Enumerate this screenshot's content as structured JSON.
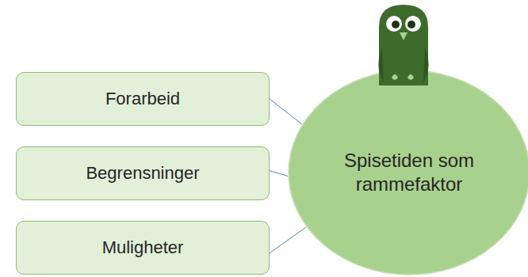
{
  "diagram": {
    "nodes": [
      {
        "text": [
          "Forarbeid"
        ]
      },
      {
        "text": [
          "Begrensninger"
        ]
      },
      {
        "text": [
          "Muligheter"
        ]
      },
      {
        "text": [
          "Spisetiden som rammefaktor"
        ]
      }
    ],
    "edges": [
      {
        "from": 0,
        "to": 3,
        "arrow": "none"
      },
      {
        "from": 1,
        "to": 3,
        "arrow": "none"
      },
      {
        "from": 2,
        "to": 3,
        "arrow": "none"
      }
    ]
  }
}
